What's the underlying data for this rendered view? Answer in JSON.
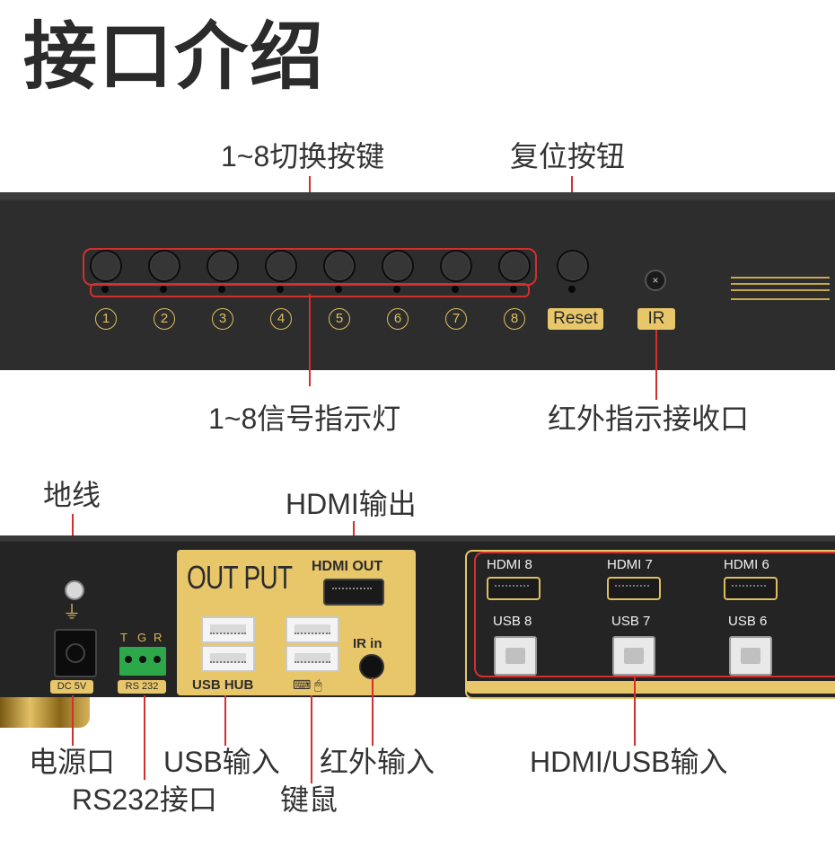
{
  "title": "接口介绍",
  "front": {
    "labels": {
      "switch_buttons": "1~8切换按键",
      "reset_button": "复位按钮",
      "signal_leds": "1~8信号指示灯",
      "ir_receiver": "红外指示接收口"
    },
    "numbers": [
      "1",
      "2",
      "3",
      "4",
      "5",
      "6",
      "7",
      "8"
    ],
    "reset_tag": "Reset",
    "ir_tag": "IR"
  },
  "rear": {
    "labels": {
      "ground": "地线",
      "hdmi_output": "HDMI输出",
      "power": "电源口",
      "rs232": "RS232接口",
      "usb_input": "USB输入",
      "keyboard_mouse": "键鼠",
      "ir_input": "红外输入",
      "hdmi_usb_input": "HDMI/USB输入"
    },
    "out_put": "OUT PUT",
    "hdmi_out": "HDMI OUT",
    "ir_in": "IR in",
    "usb_hub": "USB HUB",
    "dc": "DC 5V",
    "rs232_tag": "RS 232",
    "tgr": [
      "T",
      "G",
      "R"
    ],
    "ports": [
      {
        "hdmi": "HDMI  8",
        "usb": "USB 8"
      },
      {
        "hdmi": "HDMI 7",
        "usb": "USB 7"
      },
      {
        "hdmi": "HDMI 6",
        "usb": "USB 6"
      }
    ]
  },
  "colors": {
    "accent_gold": "#e8c66a",
    "callout_red": "#d32f2f",
    "panel_dark": "#2d2d2d"
  }
}
